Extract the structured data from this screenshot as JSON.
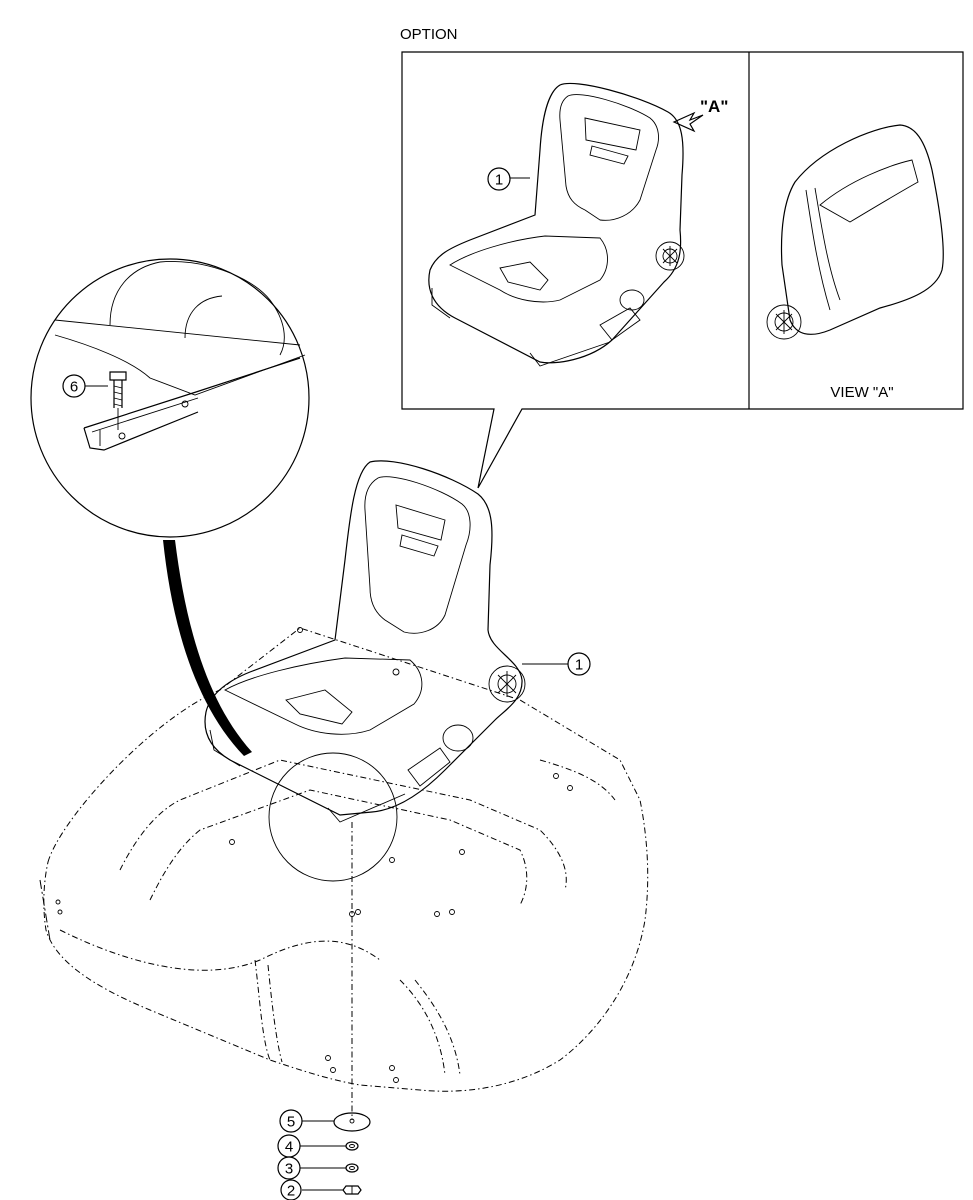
{
  "labels": {
    "option": "OPTION",
    "arrow_a": "\"A\"",
    "view_a": "VIEW \"A\""
  },
  "callouts": {
    "option_seat": "1",
    "main_seat": "1",
    "bolt": "6",
    "washer_large": "5",
    "washer_4": "4",
    "washer_3": "3",
    "nut": "2"
  }
}
